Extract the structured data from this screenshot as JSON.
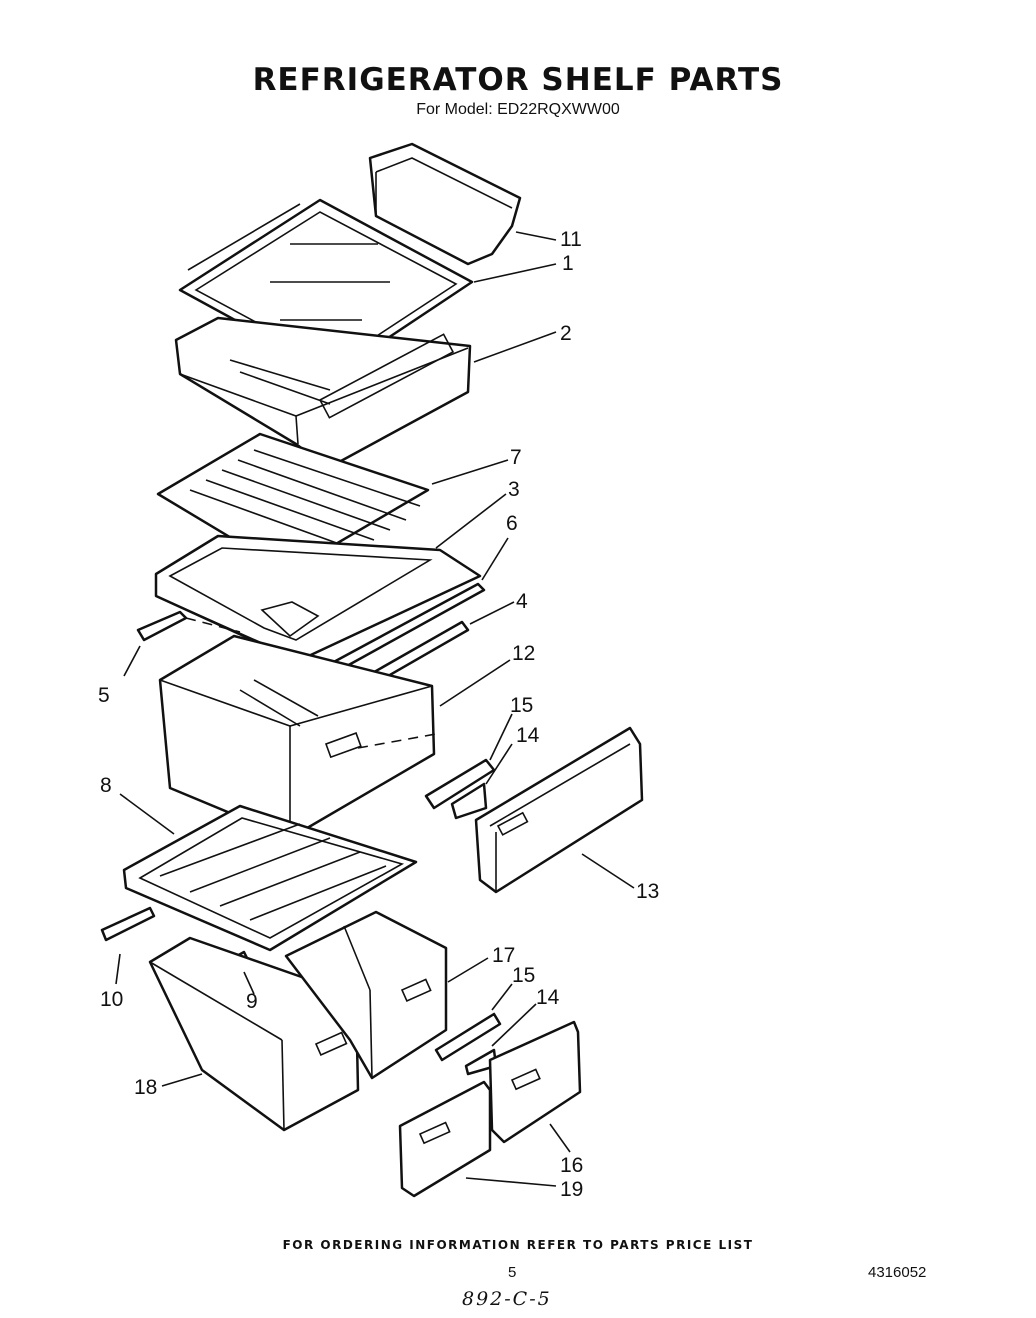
{
  "header": {
    "title": "REFRIGERATOR SHELF PARTS",
    "subtitle": "For Model: ED22RQXWW00"
  },
  "callouts": {
    "c1": "1",
    "c2": "2",
    "c3": "3",
    "c4": "4",
    "c5": "5",
    "c6": "6",
    "c7": "7",
    "c8": "8",
    "c9": "9",
    "c10": "10",
    "c11": "11",
    "c12": "12",
    "c13": "13",
    "c14a": "14",
    "c14b": "14",
    "c15a": "15",
    "c15b": "15",
    "c16": "16",
    "c17": "17",
    "c18": "18",
    "c19": "19"
  },
  "footer": {
    "ordering_note": "FOR ORDERING INFORMATION REFER TO PARTS PRICE LIST",
    "page_number": "5",
    "document_number": "4316052",
    "handwritten_note": "892-C-5"
  }
}
